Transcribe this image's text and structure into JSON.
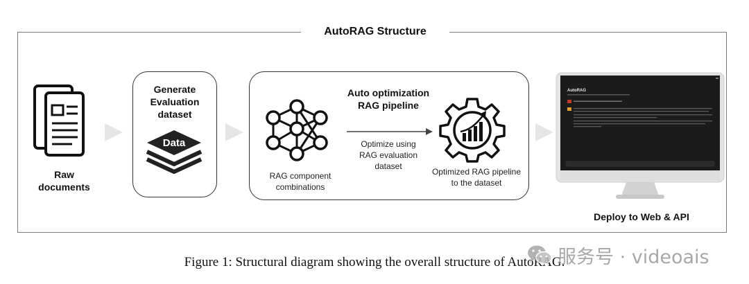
{
  "diagram": {
    "title": "AutoRAG Structure",
    "raw_documents": {
      "line1": "Raw",
      "line2": "documents"
    },
    "generate_dataset": {
      "line1": "Generate",
      "line2": "Evaluation",
      "line3": "dataset",
      "stack_label": "Data"
    },
    "auto_optimization": {
      "title_line1": "Auto optimization",
      "title_line2": "RAG pipeline",
      "combinations_line1": "RAG component",
      "combinations_line2": "combinations",
      "arrow_line1": "Optimize using",
      "arrow_line2": "RAG evaluation",
      "arrow_line3": "dataset",
      "optimized_line1": "Optimized RAG pipeline",
      "optimized_line2": "to the dataset"
    },
    "deploy": {
      "label": "Deploy to Web & API",
      "app_title": "AutoRAG"
    }
  },
  "caption": "Figure 1: Structural diagram showing the overall structure of AutoRAG.",
  "watermark": {
    "text": "服务号 · videoais",
    "icon": "wechat-icon"
  },
  "colors": {
    "chevron": "#e6e6e6",
    "screen": "#1b1b1b",
    "monitor_frame": "#d9d9d9"
  }
}
